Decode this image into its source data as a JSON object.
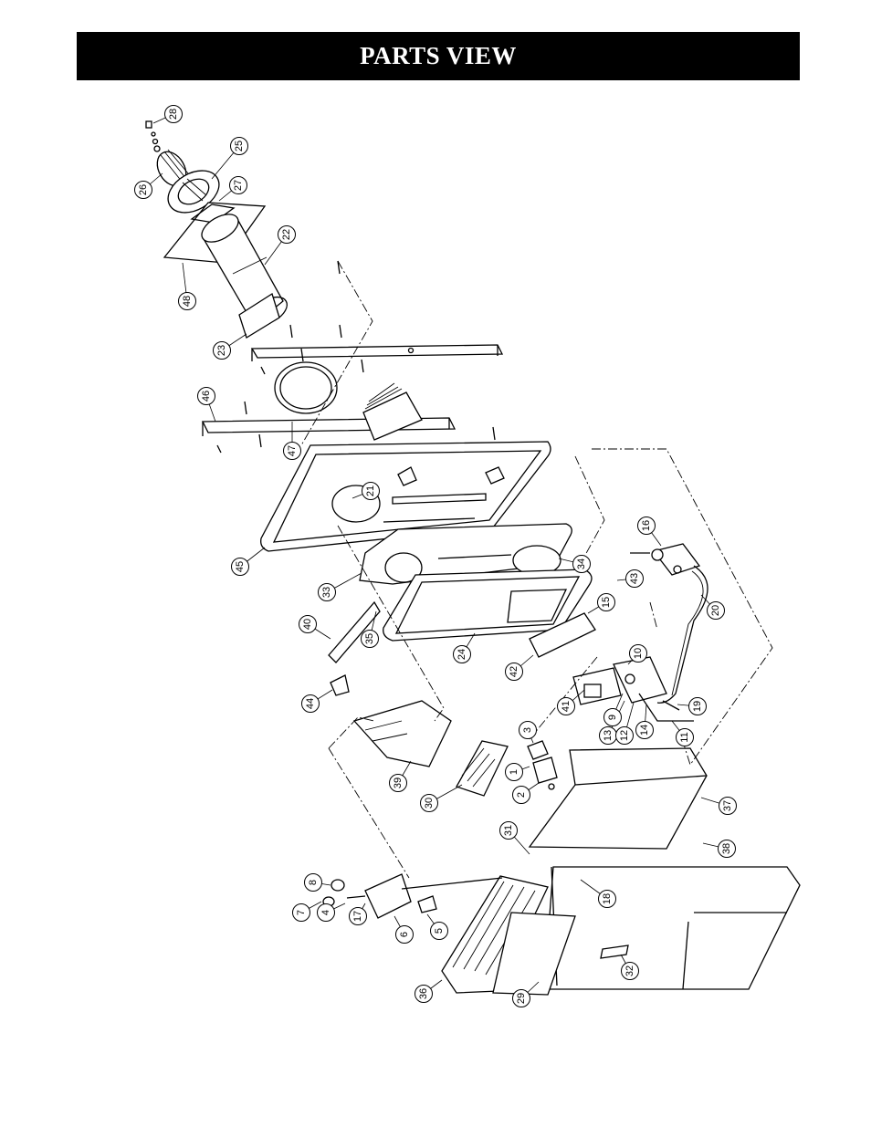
{
  "header": {
    "title": "PARTS VIEW"
  },
  "parts": [
    {
      "num": "28"
    },
    {
      "num": "25"
    },
    {
      "num": "26"
    },
    {
      "num": "27"
    },
    {
      "num": "22"
    },
    {
      "num": "48"
    },
    {
      "num": "23"
    },
    {
      "num": "46"
    },
    {
      "num": "47"
    },
    {
      "num": "21"
    },
    {
      "num": "45"
    },
    {
      "num": "33"
    },
    {
      "num": "34"
    },
    {
      "num": "43"
    },
    {
      "num": "16"
    },
    {
      "num": "20"
    },
    {
      "num": "15"
    },
    {
      "num": "40"
    },
    {
      "num": "35"
    },
    {
      "num": "24"
    },
    {
      "num": "42"
    },
    {
      "num": "10"
    },
    {
      "num": "44"
    },
    {
      "num": "41"
    },
    {
      "num": "9"
    },
    {
      "num": "13"
    },
    {
      "num": "12"
    },
    {
      "num": "14"
    },
    {
      "num": "19"
    },
    {
      "num": "11"
    },
    {
      "num": "3"
    },
    {
      "num": "1"
    },
    {
      "num": "2"
    },
    {
      "num": "39"
    },
    {
      "num": "30"
    },
    {
      "num": "37"
    },
    {
      "num": "31"
    },
    {
      "num": "38"
    },
    {
      "num": "8"
    },
    {
      "num": "18"
    },
    {
      "num": "7"
    },
    {
      "num": "4"
    },
    {
      "num": "17"
    },
    {
      "num": "6"
    },
    {
      "num": "5"
    },
    {
      "num": "32"
    },
    {
      "num": "36"
    },
    {
      "num": "29"
    }
  ]
}
